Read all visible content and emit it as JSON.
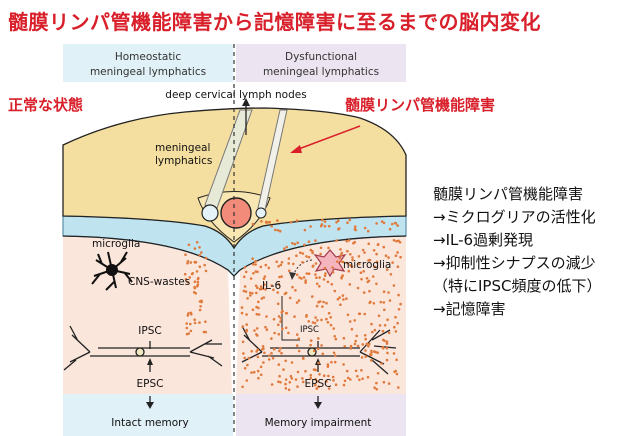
{
  "title": "髄膜リンパ管機能障害から記憶障害に至るまでの脳内変化",
  "panels": {
    "left_header": [
      "Homeostatic",
      "meningeal lymphatics"
    ],
    "right_header": [
      "Dysfunctional",
      "meningeal lymphatics"
    ],
    "left_footer": "Intact memory",
    "right_footer": "Memory impairment"
  },
  "labels": {
    "normal_state": "正常な状態",
    "dysfunction": "髄膜リンパ管機能障害",
    "deep_cervical": "deep cervical lymph nodes",
    "meningeal_lymphatics": [
      "meningeal",
      "lymphatics"
    ],
    "microglia_left": "microglia",
    "microglia_right": "microglia",
    "cns_wastes": "CNS-wastes",
    "il6": "IL-6",
    "ipsc_left": "IPSC",
    "ipsc_right": "IPSC",
    "epsc_left": "EPSC",
    "epsc_right": "EPSC"
  },
  "summary": [
    "髄膜リンパ管機能障害",
    "→ミクログリアの活性化",
    "→IL-6過剰発現",
    "→抑制性シナプスの減少",
    "（特にIPSC頻度の低下）",
    "→記憶障害"
  ],
  "colors": {
    "title_red": "#d81f2a",
    "meninges": "#f5dfa0",
    "brain": "#fbe6dc",
    "csf_blue": "#bfe3ef",
    "dots": "#e07a3c",
    "header_left": "#e1f1f8",
    "header_right": "#ece4f0",
    "vessel_red": "#f28b7a"
  }
}
